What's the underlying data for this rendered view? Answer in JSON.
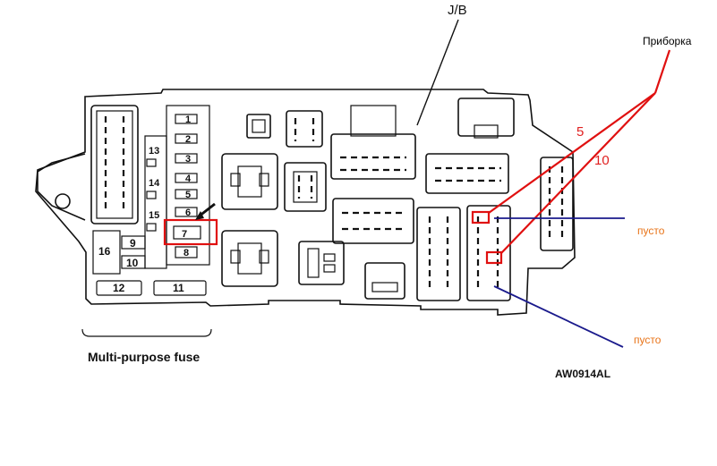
{
  "labels": {
    "jb": "J/B",
    "multi_purpose_fuse": "Multi-purpose fuse",
    "figure_code": "AW0914AL",
    "pribor": "Приборка",
    "red_5": "5",
    "red_10": "10",
    "empty_top": "пусто",
    "empty_bottom": "пусто"
  },
  "fuses": {
    "f1": "1",
    "f2": "2",
    "f3": "3",
    "f4": "4",
    "f5": "5",
    "f6": "6",
    "f7": "7",
    "f8": "8",
    "f9": "9",
    "f10": "10",
    "f11": "11",
    "f12": "12",
    "f13": "13",
    "f14": "14",
    "f15": "15",
    "f16": "16"
  },
  "colors": {
    "outline": "#111111",
    "highlight_red": "#e01010",
    "pointer_blue": "#1a1a8c",
    "empty_label_orange": "#e8741a"
  }
}
